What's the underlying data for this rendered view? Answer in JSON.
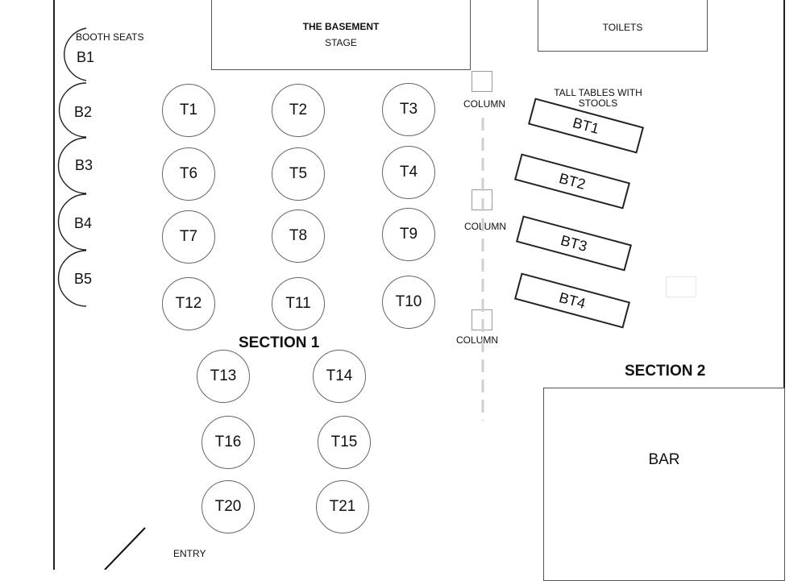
{
  "stage": {
    "title": "THE BASEMENT",
    "subtitle": "STAGE"
  },
  "toilets": {
    "label": "TOILETS"
  },
  "booth": {
    "header": "BOOTH SEATS",
    "seats": [
      "B1",
      "B2",
      "B3",
      "B4",
      "B5"
    ]
  },
  "tables": [
    "T1",
    "T2",
    "T3",
    "T6",
    "T5",
    "T4",
    "T7",
    "T8",
    "T9",
    "T12",
    "T11",
    "T10",
    "T13",
    "T14",
    "T16",
    "T15",
    "T20",
    "T21"
  ],
  "tall_tables": {
    "label": "TALL TABLES WITH STOOLS",
    "items": [
      "BT1",
      "BT2",
      "BT3",
      "BT4"
    ]
  },
  "columns": [
    "COLUMN",
    "COLUMN",
    "COLUMN"
  ],
  "sections": {
    "s1": "SECTION 1",
    "s2": "SECTION 2"
  },
  "bar": {
    "label": "BAR"
  },
  "entry": {
    "label": "ENTRY"
  }
}
